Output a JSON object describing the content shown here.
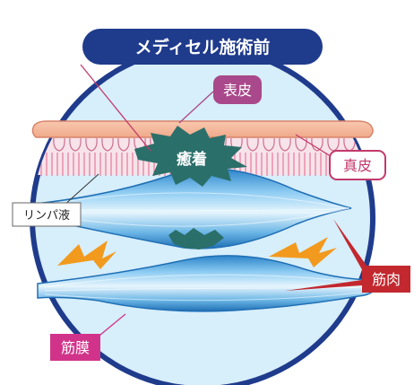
{
  "title": "メディセル施術前",
  "labels": {
    "epidermis": "表皮",
    "dermis": "真皮",
    "adhesion": "癒着",
    "lymph": "リンパ液",
    "muscle": "筋肉",
    "fascia": "筋膜"
  },
  "colors": {
    "title_bg": "#1f3b8c",
    "circle_border": "#1f3b8c",
    "circle_fill": "#d7eefb",
    "skin": "#f3b69a",
    "skin_border": "#d9836a",
    "dermis_line": "#e88aa6",
    "adhesion": "#2b6f6a",
    "muscle_light": "#cfeafb",
    "muscle_dark": "#2a83c9",
    "pain": "#f29a1e",
    "tag_epidermis": "#a9488a",
    "tag_dermis": "#c23a6b",
    "tag_muscle": "#c2282e",
    "tag_fascia": "#d2338a"
  },
  "icons": [
    "lightning-icon-left",
    "lightning-icon-right"
  ]
}
